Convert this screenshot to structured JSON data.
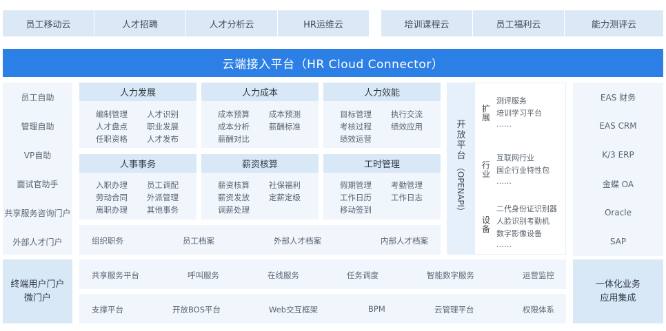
{
  "top_tabs": [
    "员工移动云",
    "人才招聘",
    "人才分析云",
    "HR运维云",
    "培训课程云",
    "员工福利云",
    "能力测评云"
  ],
  "banner": "云端接入平台（HR Cloud Connector）",
  "left_items": [
    "员工自助",
    "管理自助",
    "VP自助",
    "面试官助手",
    "共享服务咨询门户",
    "外部人才门户"
  ],
  "left_bottom": [
    "终端用户门户",
    "微门户"
  ],
  "modules": [
    {
      "title": "人力发展",
      "items": [
        "编制管理",
        "人才识别",
        "人才盘点",
        "职业发展",
        "任职资格",
        "人才发布"
      ]
    },
    {
      "title": "人力成本",
      "items": [
        "成本预算",
        "成本预测",
        "成本分析",
        "薪酬标准",
        "薪酬对比"
      ]
    },
    {
      "title": "人力效能",
      "items": [
        "目标管理",
        "执行交流",
        "考核过程",
        "绩效应用",
        "绩效运营"
      ]
    },
    {
      "title": "人事事务",
      "items": [
        "入职办理",
        "员工调配",
        "劳动合同",
        "外派管理",
        "离职办理",
        "其他事务"
      ]
    },
    {
      "title": "薪资核算",
      "items": [
        "薪资核算",
        "社保福利",
        "薪资发放",
        "定薪定级",
        "调薪处理"
      ]
    },
    {
      "title": "工时管理",
      "items": [
        "假期管理",
        "考勤管理",
        "工作日历",
        "工作日志",
        "移动签到"
      ]
    }
  ],
  "archive_strip": [
    "组织职务",
    "员工档案",
    "外部人才档案",
    "内部人才档案"
  ],
  "service_strip": [
    "共享服务平台",
    "呼叫服务",
    "在线服务",
    "任务调度",
    "智能数字服务",
    "运营监控"
  ],
  "platform_strip": [
    "支撑平台",
    "开放BOS平台",
    "Web交互框架",
    "BPM",
    "云管理平台",
    "权限体系"
  ],
  "openapi": {
    "chars": [
      "开",
      "放",
      "平",
      "台"
    ],
    "rotated": "（OPENAPI）"
  },
  "extensions": [
    {
      "label": [
        "扩",
        "展"
      ],
      "items": [
        "测评服务",
        "培训学习平台",
        "……"
      ]
    },
    {
      "label": [
        "行",
        "业"
      ],
      "items": [
        "互联网行业",
        "国企行业特性包",
        "……"
      ]
    },
    {
      "label": [
        "设",
        "备"
      ],
      "items": [
        "二代身份证识别器",
        "人脸识别考勤机",
        "数字影像设备",
        "……"
      ]
    }
  ],
  "right_items": [
    "EAS 财务",
    "EAS CRM",
    "K/3 ERP",
    "金蝶 OA",
    "Oracle",
    "SAP"
  ],
  "right_bottom": [
    "一体化业务",
    "应用集成"
  ],
  "colors": {
    "banner": "#2c7fe4",
    "tab_bg": "#dbe9f7",
    "module_head": "#d8e8f7",
    "panel_bg": "#f0f6fc"
  }
}
